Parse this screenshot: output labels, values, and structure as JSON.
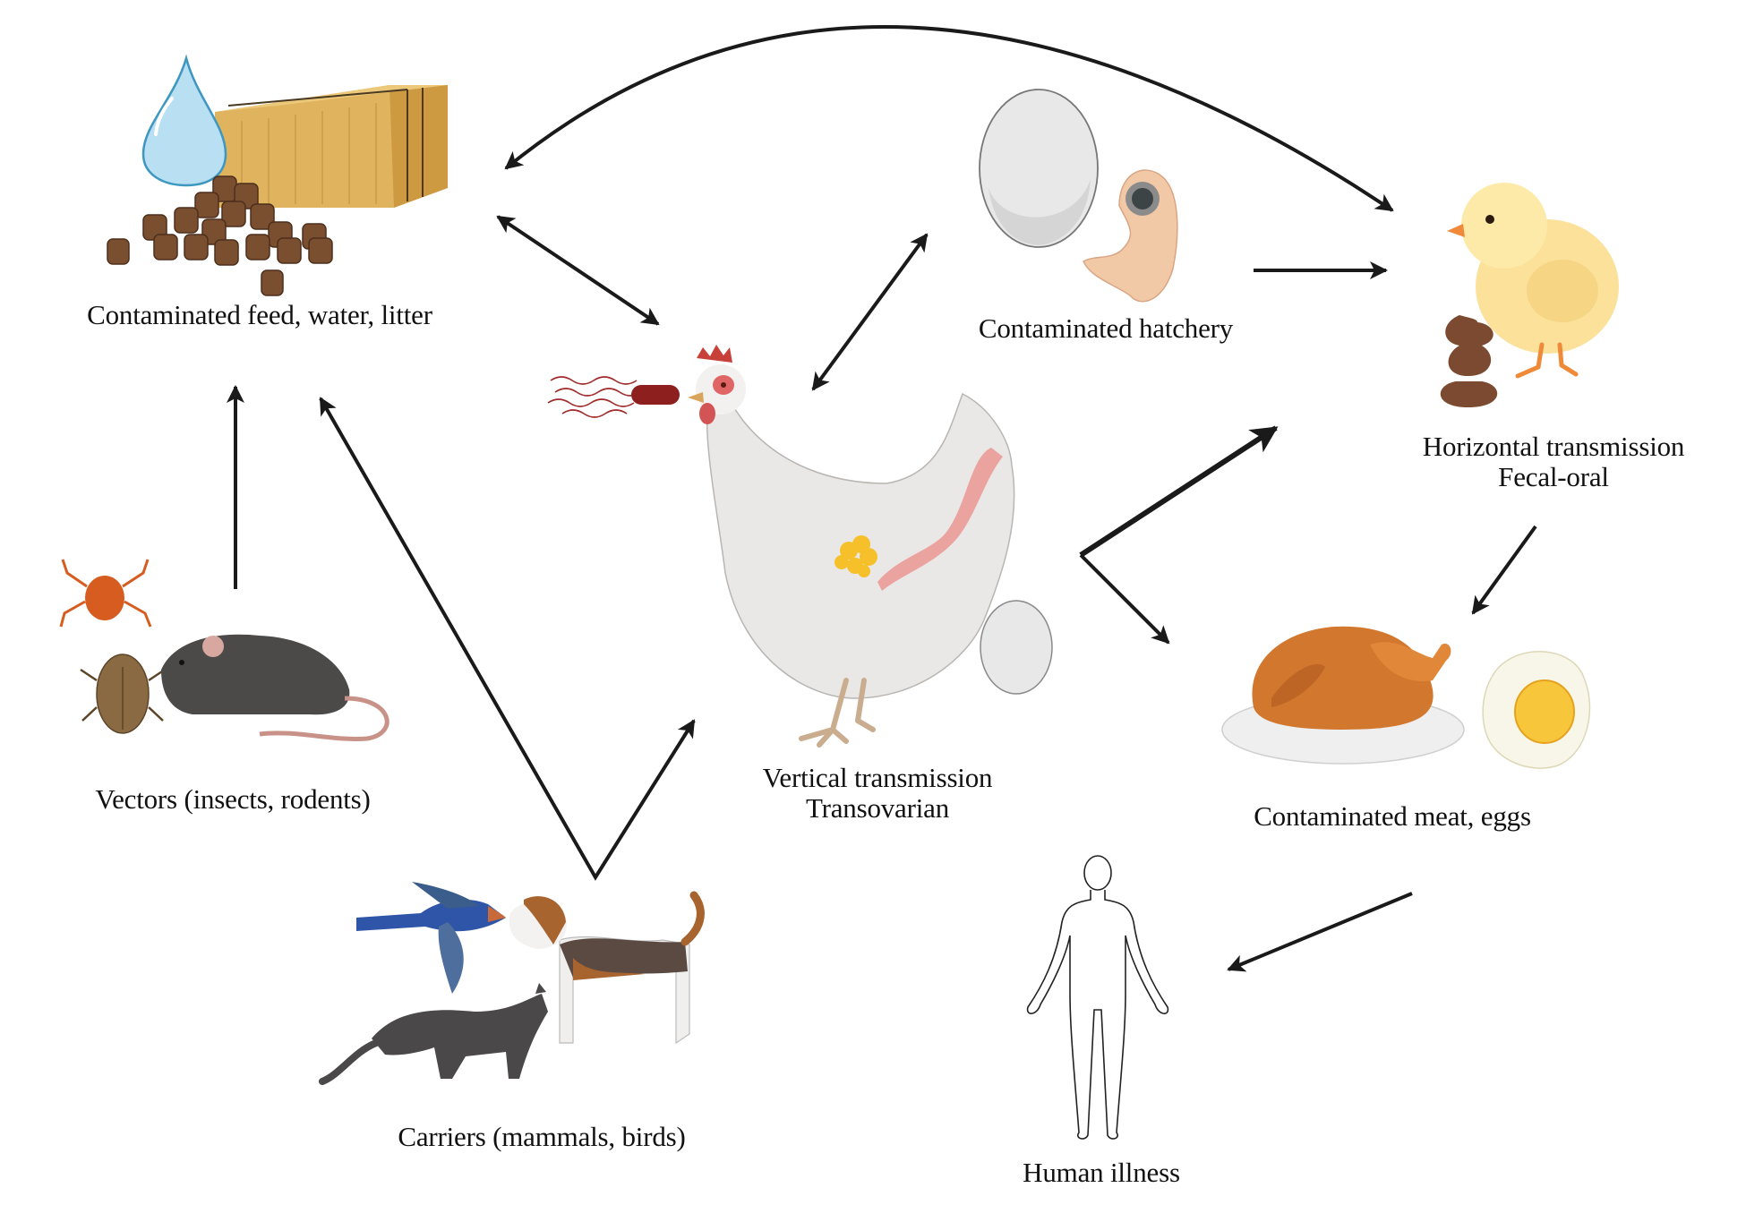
{
  "diagram": {
    "title": "Salmonella transmission cycle in poultry",
    "nodes": {
      "feed": {
        "label": "Contaminated feed, water, litter",
        "icons": [
          "water-drop",
          "hay-bale",
          "feed-pellets"
        ]
      },
      "hatchery": {
        "label": "Contaminated hatchery",
        "icons": [
          "egg",
          "chick-embryo"
        ]
      },
      "horizontal": {
        "line1": "Horizontal transmission",
        "line2": "Fecal-oral",
        "icons": [
          "chick",
          "feces"
        ]
      },
      "vertical": {
        "line1": "Vertical transmission",
        "line2": "Transovarian",
        "icons": [
          "bacterium",
          "hen",
          "reproductive-tract",
          "egg"
        ]
      },
      "vectors": {
        "label": "Vectors (insects, rodents)",
        "icons": [
          "mite",
          "beetle",
          "mouse"
        ]
      },
      "carriers": {
        "label": "Carriers (mammals, birds)",
        "icons": [
          "swallow",
          "beagle",
          "cat"
        ]
      },
      "food": {
        "label": "Contaminated meat, eggs",
        "icons": [
          "roast-chicken",
          "fried-egg"
        ]
      },
      "human": {
        "label": "Human illness",
        "icons": [
          "human-outline"
        ]
      }
    },
    "edges": [
      {
        "from": "feed",
        "to": "horizontal",
        "type": "bidirectional-curve"
      },
      {
        "from": "feed",
        "to": "vertical",
        "type": "bidirectional"
      },
      {
        "from": "vertical",
        "to": "hatchery",
        "type": "bidirectional"
      },
      {
        "from": "hatchery",
        "to": "horizontal",
        "type": "directed"
      },
      {
        "from": "vectors",
        "to": "feed",
        "type": "directed"
      },
      {
        "from": "carriers",
        "to": "feed",
        "type": "directed"
      },
      {
        "from": "carriers",
        "to": "vertical",
        "type": "directed"
      },
      {
        "from": "vertical",
        "to": "horizontal",
        "type": "directed"
      },
      {
        "from": "vertical",
        "to": "food",
        "type": "directed"
      },
      {
        "from": "horizontal",
        "to": "food",
        "type": "directed"
      },
      {
        "from": "food",
        "to": "human",
        "type": "directed"
      }
    ]
  }
}
